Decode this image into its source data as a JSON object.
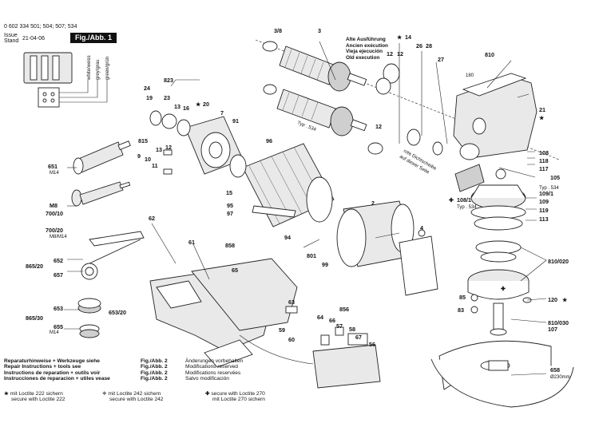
{
  "header": {
    "part_numbers": "0 602 334 501; 504; 507; 534",
    "issue_label": "Issue",
    "stand_label": "Stand",
    "issue_date": "21-04-06",
    "figure_badge": "Fig./Abb. 1"
  },
  "vertical_labels": {
    "left": "white/weiss",
    "middle": "grey/grau",
    "right": "green/grün"
  },
  "notes": {
    "alternate": [
      "Alte Ausführung",
      "Ancien exécution",
      "Vieja ejecución",
      "Old execution"
    ],
    "seal_disc": [
      "rote Dichtscheibe",
      "auf dieser Seite"
    ],
    "typ_534_a": "Typ . 534",
    "typ_534_b": "Typ . 534",
    "typ_534_c": "Typ . 534",
    "m14_a": "M14",
    "m14_b": "M14",
    "m8m14": "M8/M14",
    "dia_230": "Ø230mm"
  },
  "labels": [
    {
      "id": "3_8",
      "text": "3/8"
    },
    {
      "id": "3",
      "text": "3"
    },
    {
      "id": "12a",
      "text": "12"
    },
    {
      "id": "12b",
      "text": "12"
    },
    {
      "id": "14",
      "text": "14"
    },
    {
      "id": "26",
      "text": "26"
    },
    {
      "id": "28",
      "text": "28"
    },
    {
      "id": "27",
      "text": "27"
    },
    {
      "id": "810",
      "text": "810"
    },
    {
      "id": "180",
      "text": "180"
    },
    {
      "id": "21",
      "text": "21"
    },
    {
      "id": "24",
      "text": "24"
    },
    {
      "id": "823",
      "text": "823"
    },
    {
      "id": "19",
      "text": "19"
    },
    {
      "id": "23",
      "text": "23"
    },
    {
      "id": "13a",
      "text": "13"
    },
    {
      "id": "16",
      "text": "16"
    },
    {
      "id": "20",
      "text": "20"
    },
    {
      "id": "7",
      "text": "7"
    },
    {
      "id": "91",
      "text": "91"
    },
    {
      "id": "815",
      "text": "815"
    },
    {
      "id": "12c",
      "text": "12"
    },
    {
      "id": "13b",
      "text": "13"
    },
    {
      "id": "9",
      "text": "9"
    },
    {
      "id": "10",
      "text": "10"
    },
    {
      "id": "11",
      "text": "11"
    },
    {
      "id": "96",
      "text": "96"
    },
    {
      "id": "15",
      "text": "15"
    },
    {
      "id": "12d",
      "text": "12"
    },
    {
      "id": "108",
      "text": "108"
    },
    {
      "id": "118",
      "text": "118"
    },
    {
      "id": "117",
      "text": "117"
    },
    {
      "id": "105",
      "text": "105"
    },
    {
      "id": "651",
      "text": "651"
    },
    {
      "id": "108_1",
      "text": "108/1"
    },
    {
      "id": "109_1",
      "text": "109/1"
    },
    {
      "id": "109",
      "text": "109"
    },
    {
      "id": "119",
      "text": "119"
    },
    {
      "id": "113",
      "text": "113"
    },
    {
      "id": "95",
      "text": "95"
    },
    {
      "id": "97",
      "text": "97"
    },
    {
      "id": "2",
      "text": "2"
    },
    {
      "id": "700_10",
      "text": "700/10"
    },
    {
      "id": "m8",
      "text": "M8"
    },
    {
      "id": "62",
      "text": "62"
    },
    {
      "id": "700_20",
      "text": "700/20"
    },
    {
      "id": "94",
      "text": "94"
    },
    {
      "id": "4",
      "text": "4"
    },
    {
      "id": "61",
      "text": "61"
    },
    {
      "id": "858",
      "text": "858"
    },
    {
      "id": "801",
      "text": "801"
    },
    {
      "id": "99",
      "text": "99"
    },
    {
      "id": "652",
      "text": "652"
    },
    {
      "id": "865_20",
      "text": "865/20"
    },
    {
      "id": "657",
      "text": "657"
    },
    {
      "id": "65",
      "text": "65"
    },
    {
      "id": "810_020",
      "text": "810/020"
    },
    {
      "id": "85",
      "text": "85"
    },
    {
      "id": "83",
      "text": "83"
    },
    {
      "id": "120",
      "text": "120"
    },
    {
      "id": "653",
      "text": "653"
    },
    {
      "id": "653_20",
      "text": "653/20"
    },
    {
      "id": "865_30",
      "text": "865/30"
    },
    {
      "id": "655",
      "text": "655"
    },
    {
      "id": "63",
      "text": "63"
    },
    {
      "id": "856",
      "text": "856"
    },
    {
      "id": "64",
      "text": "64"
    },
    {
      "id": "66",
      "text": "66"
    },
    {
      "id": "57",
      "text": "57"
    },
    {
      "id": "58",
      "text": "58"
    },
    {
      "id": "67",
      "text": "67"
    },
    {
      "id": "56",
      "text": "56"
    },
    {
      "id": "107",
      "text": "107"
    },
    {
      "id": "810_030",
      "text": "810/030"
    },
    {
      "id": "59",
      "text": "59"
    },
    {
      "id": "60",
      "text": "60"
    },
    {
      "id": "658",
      "text": "658"
    }
  ],
  "repair_notes": [
    {
      "text": "Reparaturhinweise + Werkzeuge siehe",
      "ref": "Fig./Abb. 2"
    },
    {
      "text": "Repair Instructions + tools see",
      "ref": "Fig./Abb. 2"
    },
    {
      "text": "Instructions de reparation + outils voir",
      "ref": "Fig./Abb. 2"
    },
    {
      "text": "Instrucciones de reparacion + utiles vease",
      "ref": "Fig./Abb. 2"
    }
  ],
  "modifications": [
    "Änderungen vorbehalten",
    "Modifications reserved",
    "Modifications reservées",
    "Salvo modificación"
  ],
  "legend": [
    {
      "symbol": "★",
      "line1": "mit Loctite 222 sichern",
      "line2": "secure with Loctite 222"
    },
    {
      "symbol": "✧",
      "line1": "mit Loctite 242 sichern",
      "line2": "secure with Loctite 242"
    },
    {
      "symbol": "✚",
      "line1": "secure with Loctite 270",
      "line2": "mit Loctite 270 sichern"
    }
  ],
  "symbols": {
    "star": "★",
    "cross": "✚"
  }
}
